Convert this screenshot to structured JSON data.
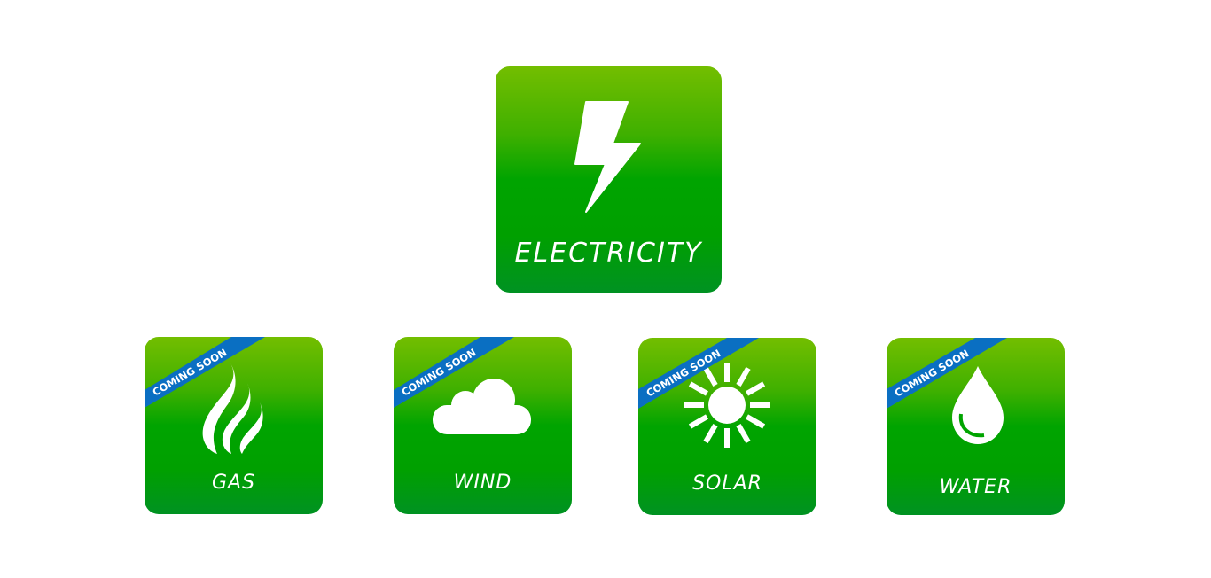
{
  "colors": {
    "tile_top": "#73be00",
    "tile_mid": "#00a400",
    "tile_bottom": "#009222",
    "ribbon": "#0a6fc2",
    "text": "#ffffff"
  },
  "main": {
    "label": "ELECTRICITY",
    "icon": "lightning-bolt-icon"
  },
  "ribbon_label": "COMING SOON",
  "services": [
    {
      "label": "GAS",
      "icon": "flame-icon",
      "badge": "COMING SOON"
    },
    {
      "label": "WIND",
      "icon": "cloud-icon",
      "badge": "COMING SOON"
    },
    {
      "label": "SOLAR",
      "icon": "sun-icon",
      "badge": "COMING SOON"
    },
    {
      "label": "WATER",
      "icon": "water-drop-icon",
      "badge": "COMING SOON"
    }
  ]
}
